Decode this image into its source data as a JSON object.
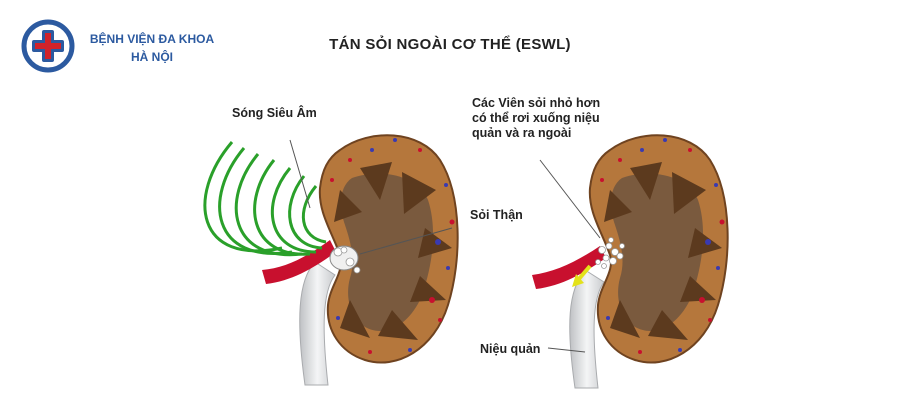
{
  "logo": {
    "line1": "BỆNH VIỆN ĐA KHOA",
    "line2": "HÀ NỘI",
    "icon": "medical-cross-icon"
  },
  "title": "TÁN SỎI NGOÀI CƠ THỂ (ESWL)",
  "labels": {
    "ultrasound": "Sóng Siêu Âm",
    "kidney_stone": "Sỏi Thận",
    "small_stones_1": "Các Viên sỏi nhỏ hơn",
    "small_stones_2": "có thể rơi xuống niệu",
    "small_stones_3": "quản và ra ngoài",
    "ureter": "Niệu quản"
  },
  "colors": {
    "kidney_outer": "#b5773c",
    "kidney_inner": "#7a5a3e",
    "pyramid": "#5c3a1e",
    "artery": "#c8102e",
    "ureter": "#d9dadc",
    "wave": "#2aa02a",
    "logo_blue": "#2c5aa0",
    "logo_red": "#d2232a",
    "arrow": "#e3e21a"
  }
}
